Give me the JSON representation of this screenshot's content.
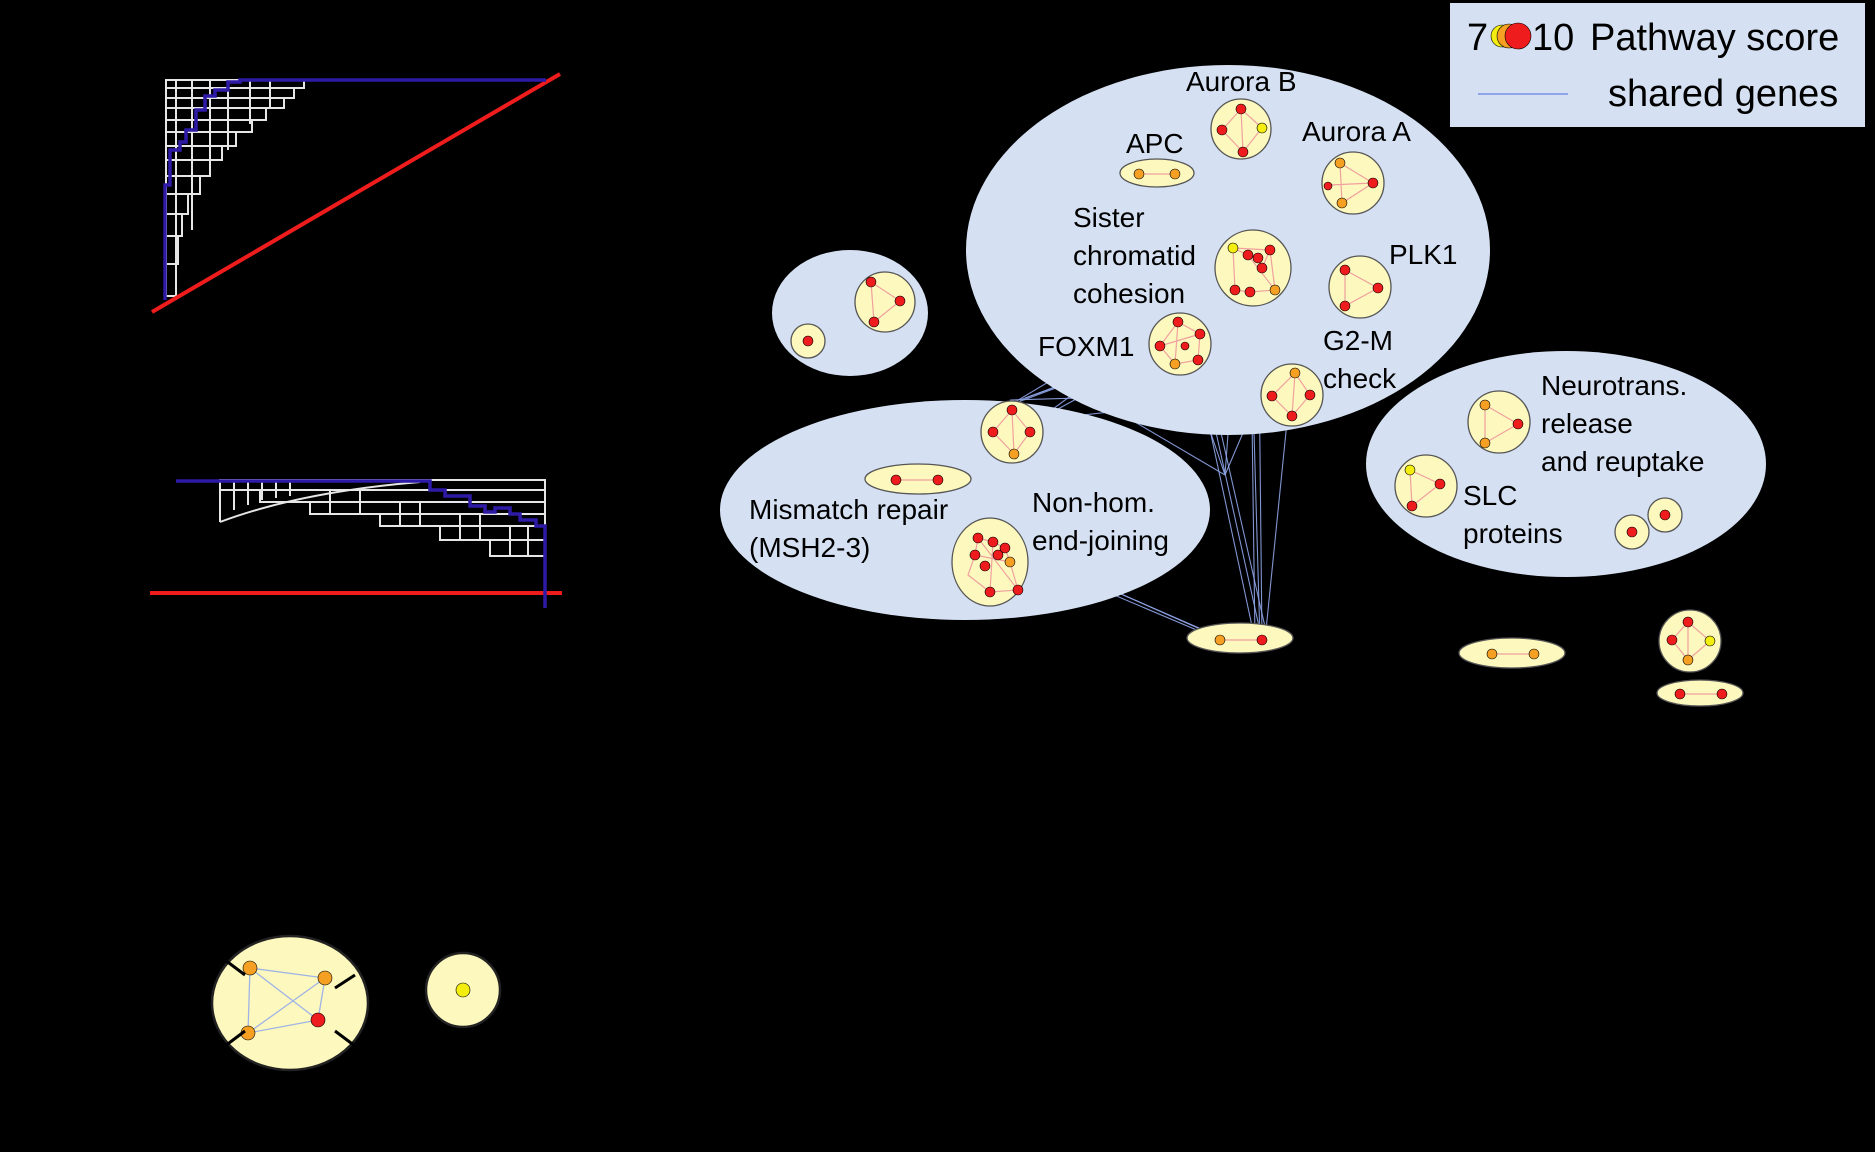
{
  "legend": {
    "score_low": "7",
    "score_high": "10",
    "score_label": "Pathway score",
    "edge_label": "shared genes",
    "colors": {
      "low": "#f4ee10",
      "mid": "#f6a023",
      "high": "#ee1c1c",
      "edge": "#8fa5e8"
    }
  },
  "labels": {
    "aurora_b": "Aurora B",
    "apc": "APC",
    "aurora_a": "Aurora A",
    "sister_1": "Sister",
    "sister_2": "chromatid",
    "sister_3": "cohesion",
    "plk1": "PLK1",
    "foxm1": "FOXM1",
    "g2m_1": "G2-M",
    "g2m_2": "check",
    "neuro_1": "Neurotrans.",
    "neuro_2": "release",
    "neuro_3": "and reuptake",
    "slc_1": "SLC",
    "slc_2": "proteins",
    "mismatch_1": "Mismatch repair",
    "mismatch_2": "(MSH2-3)",
    "nhej_1": "Non-hom.",
    "nhej_2": "end-joining"
  },
  "colors": {
    "background": "#000000",
    "group_fill": "#d5e1f3",
    "cluster_fill": "#fdf8bd",
    "trace": "#2d1aa6",
    "reference_line": "#ee1c1c",
    "grid": "#e6e6e6"
  }
}
